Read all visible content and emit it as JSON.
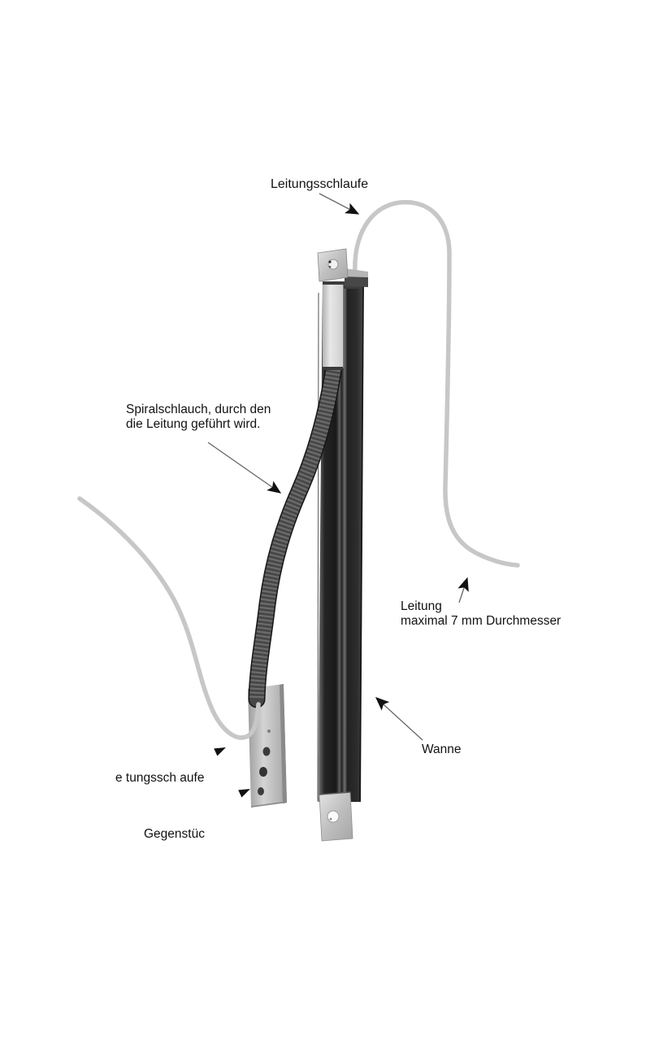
{
  "diagram": {
    "background": "#ffffff",
    "labels": {
      "cable_loop_top": "Leitungsschlaufe",
      "spiral_hose_line1": "Spiralschlauch, durch den",
      "spiral_hose_line2": "die Leitung geführt wird.",
      "cable_line1": "Leitung",
      "cable_line2": "maximal 7 mm Durchmesser",
      "tray": "Wanne",
      "cable_loop_bottom": "e tungssch aufe",
      "counterpart": "Gegenstüc"
    },
    "colors": {
      "cable": "#c7c7c7",
      "rail_dark": "#1e1e1e",
      "metal_light": "#c9c9c9",
      "hose": "#474747",
      "hose_rib": "#8a8a8a",
      "text": "#121212",
      "arrow_line": "#666666",
      "arrowhead": "#111111"
    }
  }
}
